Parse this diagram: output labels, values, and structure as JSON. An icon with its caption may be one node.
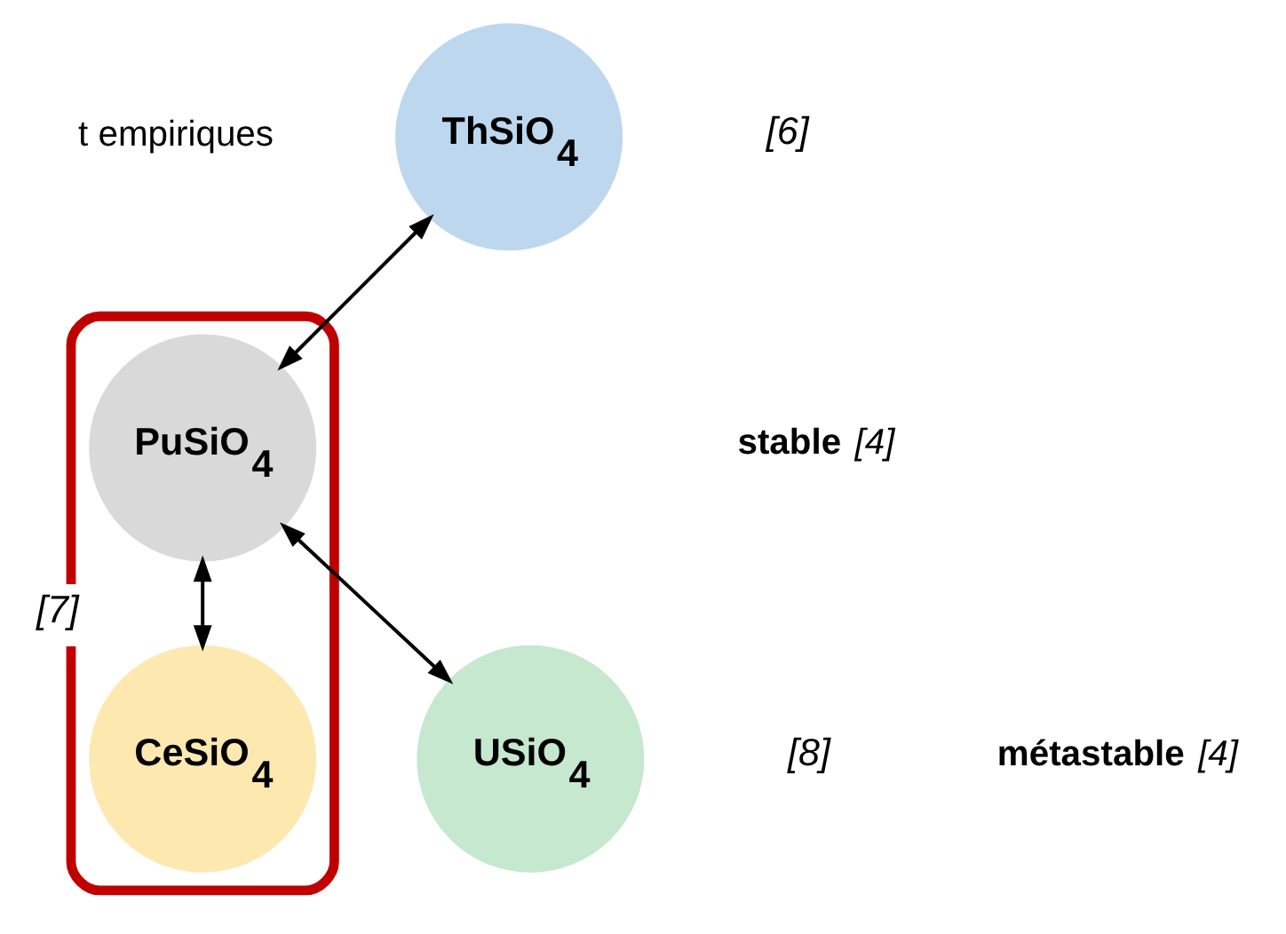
{
  "diagram": {
    "nodes": [
      {
        "text": [
          "ThSiO$_{4}$"
        ],
        "beside": [
          "[6]"
        ]
      },
      {
        "text": [],
        "shape": "box"
      },
      {
        "text": [
          "PuSiO$_{4}$"
        ],
        "in": 1
      },
      {
        "text": [
          "CeSiO$_{4}$"
        ],
        "in": 1,
        "beside": [
          "[7]"
        ]
      },
      {
        "text": [
          "USiO$_{4}$"
        ],
        "beside": [
          "[8]"
        ]
      }
    ],
    "edges": [
      {
        "from": 0,
        "to": 2,
        "arrow": "both"
      },
      {
        "from": 2,
        "to": 3,
        "arrow": "both"
      },
      {
        "from": 2,
        "to": 4,
        "arrow": "both"
      }
    ],
    "labels": [
      "t empiriques",
      "**stable** *[4]*",
      "**métastable** *[4]*"
    ]
  }
}
